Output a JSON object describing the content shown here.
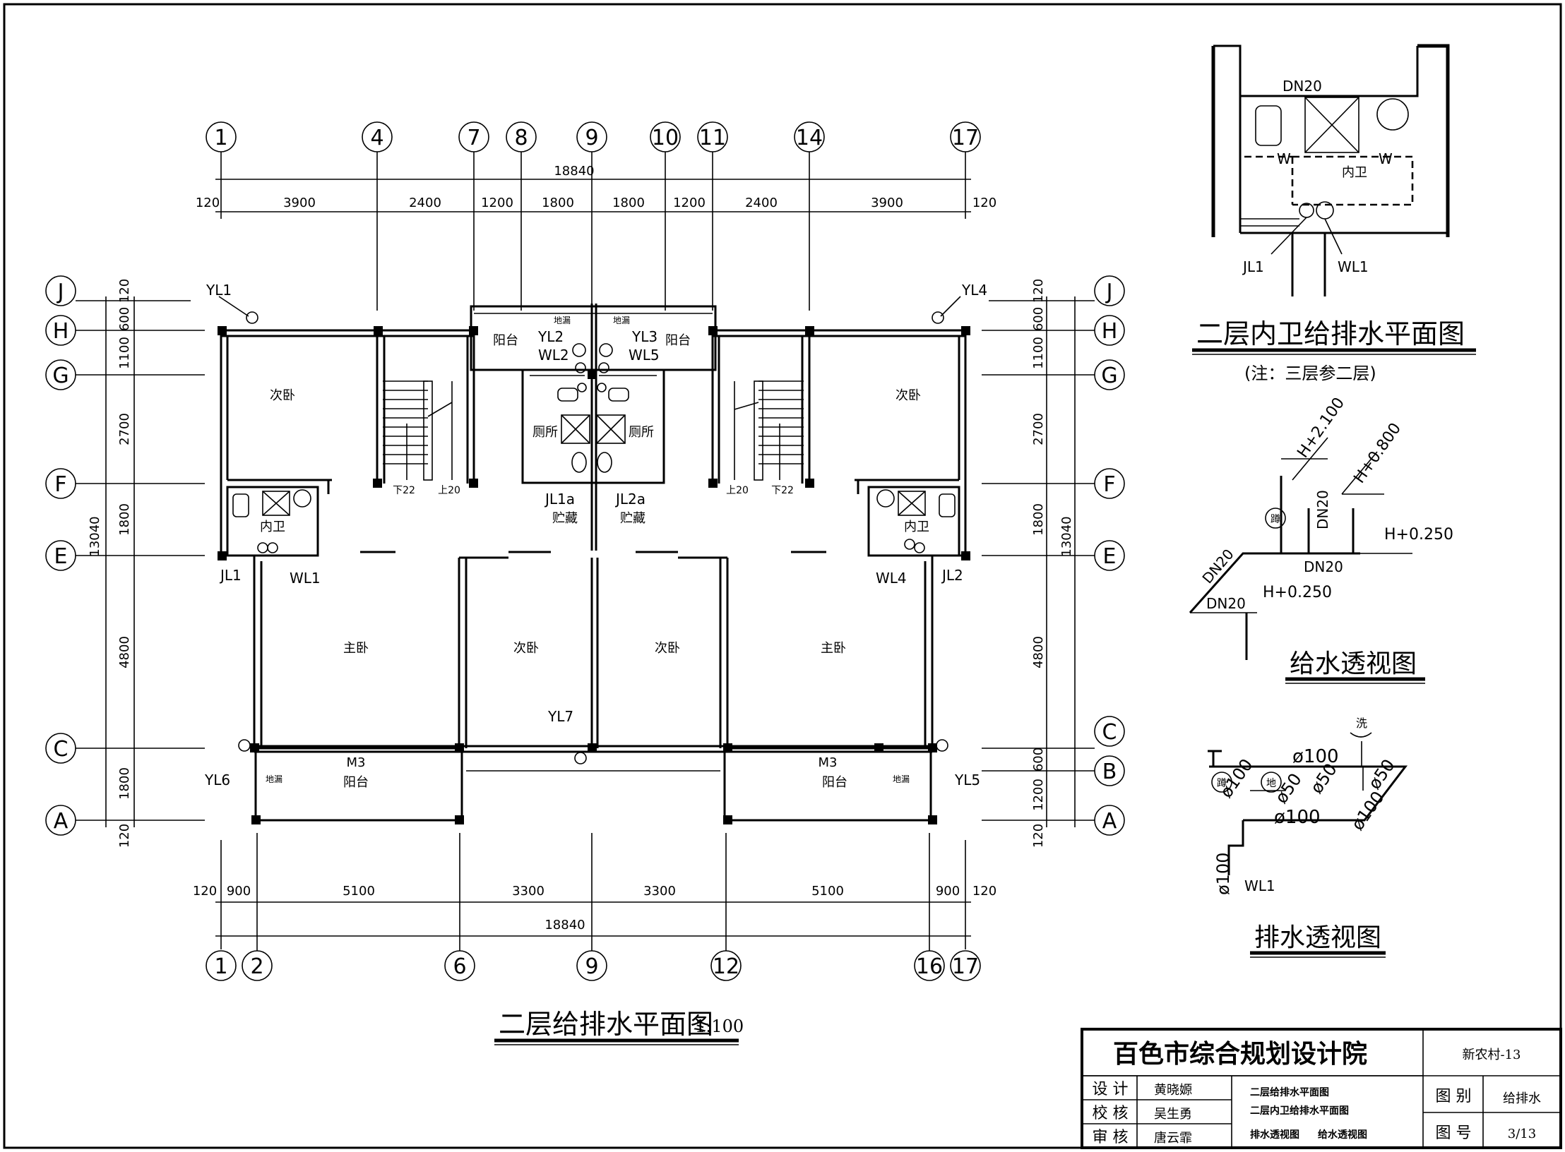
{
  "main_plan": {
    "title": "二层给排水平面图",
    "scale": "1:100",
    "grid_top": [
      "1",
      "4",
      "7",
      "8",
      "9",
      "10",
      "11",
      "14",
      "17"
    ],
    "grid_bottom": [
      "1",
      "2",
      "6",
      "9",
      "12",
      "16",
      "17"
    ],
    "grid_rows": [
      "J",
      "H",
      "G",
      "F",
      "E",
      "C",
      "B",
      "A"
    ],
    "dims_top": [
      "120",
      "3900",
      "2400",
      "1200",
      "1800",
      "1800",
      "1200",
      "2400",
      "3900",
      "120"
    ],
    "dims_bottom": [
      "120",
      "900",
      "5100",
      "3300",
      "3300",
      "5100",
      "900",
      "120"
    ],
    "overall_width": "18840",
    "overall_depth": "13040",
    "dims_left": [
      "120",
      "600",
      "1100",
      "2700",
      "1800",
      "4800",
      "1800",
      "120"
    ],
    "dims_right": [
      "120",
      "600",
      "1100",
      "2700",
      "1800",
      "4800",
      "600",
      "1200",
      "120"
    ],
    "rooms": {
      "secondary_bedroom": "次卧",
      "master_bedroom": "主卧",
      "balcony": "阳台",
      "toilet": "厕所",
      "inner_bath": "内卫",
      "storage": "贮藏",
      "door_m3": "M3",
      "floor_drain": "地漏"
    },
    "stair_down": "下22",
    "stair_up": "上20",
    "pipes": [
      "YL1",
      "YL4",
      "YL2",
      "YL3",
      "WL2",
      "WL5",
      "JL1a",
      "JL2a",
      "JL1",
      "WL1",
      "WL4",
      "JL2",
      "YL7",
      "YL6",
      "YL5"
    ]
  },
  "detail_plan": {
    "title": "二层内卫给排水平面图",
    "note": "(注：三层参二层)",
    "dn": "DN20",
    "room": "内卫",
    "w_mark": "W",
    "labels": [
      "JL1",
      "WL1"
    ]
  },
  "supply_iso": {
    "title": "给水透视图",
    "levels": [
      "H+2.100",
      "H+0.800",
      "H+0.250",
      "H+0.250"
    ],
    "dn": "DN20",
    "stool_mark": "蹲"
  },
  "drain_iso": {
    "title": "排水透视图",
    "wash_mark": "洗",
    "stool_mark": "蹲",
    "floor_mark": "地",
    "d100": "ø100",
    "d50": "ø50",
    "label": "WL1"
  },
  "title_block": {
    "institute": "百色市综合规划设计院",
    "project": "新农村-13",
    "roles": [
      {
        "role": "设 计",
        "name": "黄晓嫄"
      },
      {
        "role": "校 核",
        "name": "吴生勇"
      },
      {
        "role": "审 核",
        "name": "唐云霏"
      }
    ],
    "contents": [
      "二层给排水平面图",
      "二层内卫给排水平面图",
      "排水透视图",
      "给水透视图"
    ],
    "category_label": "图 别",
    "category": "给排水",
    "number_label": "图 号",
    "number": "3/13"
  }
}
